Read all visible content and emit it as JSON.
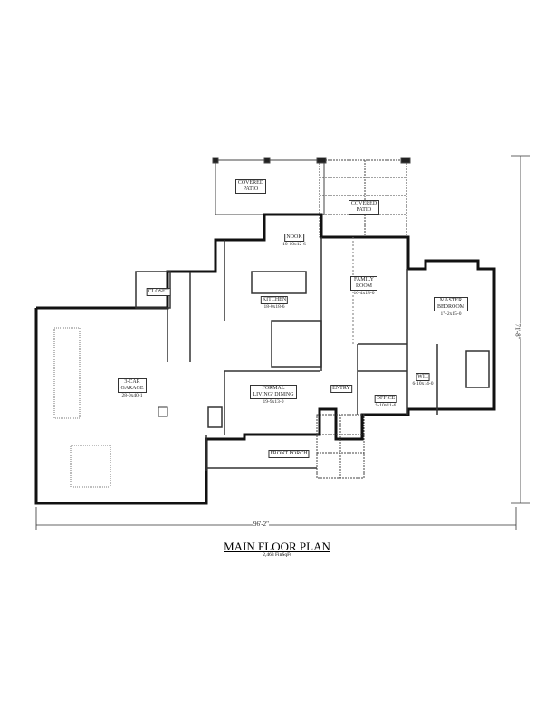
{
  "rooms": [
    {
      "id": "covered-patio-left",
      "name": "COVERED PATIO",
      "dim": ""
    },
    {
      "id": "covered-patio-right",
      "name": "COVERED PATIO",
      "dim": ""
    },
    {
      "id": "nook",
      "name": "NOOK",
      "dim": "10-10x12-6"
    },
    {
      "id": "kitchen",
      "name": "KITCHEN",
      "dim": "18-0x18-6"
    },
    {
      "id": "family-room",
      "name": "FAMILY ROOM",
      "dim": "16-4x18-0"
    },
    {
      "id": "master-bedroom",
      "name": "MASTER BEDROOM",
      "dim": "17-2x15-0"
    },
    {
      "id": "closet",
      "name": "CLOSET",
      "dim": ""
    },
    {
      "id": "garage",
      "name": "3-CAR GARAGE",
      "dim": "28-0x40-1"
    },
    {
      "id": "formal-living-dining",
      "name": "FORMAL LIVING/ DINING",
      "dim": "19-9x13-0"
    },
    {
      "id": "entry",
      "name": "ENTRY",
      "dim": ""
    },
    {
      "id": "office",
      "name": "OFFICE",
      "dim": "9-10x11-6"
    },
    {
      "id": "wic",
      "name": "WIC",
      "dim": "6-10x14-0"
    },
    {
      "id": "front-porch",
      "name": "FRONT PORCH",
      "dim": ""
    }
  ],
  "dimensions": {
    "width": "96'-2\"",
    "depth": "71'-8\""
  },
  "title": "MAIN FLOOR PLAN",
  "subtitle": "2,463 FinSqFt"
}
